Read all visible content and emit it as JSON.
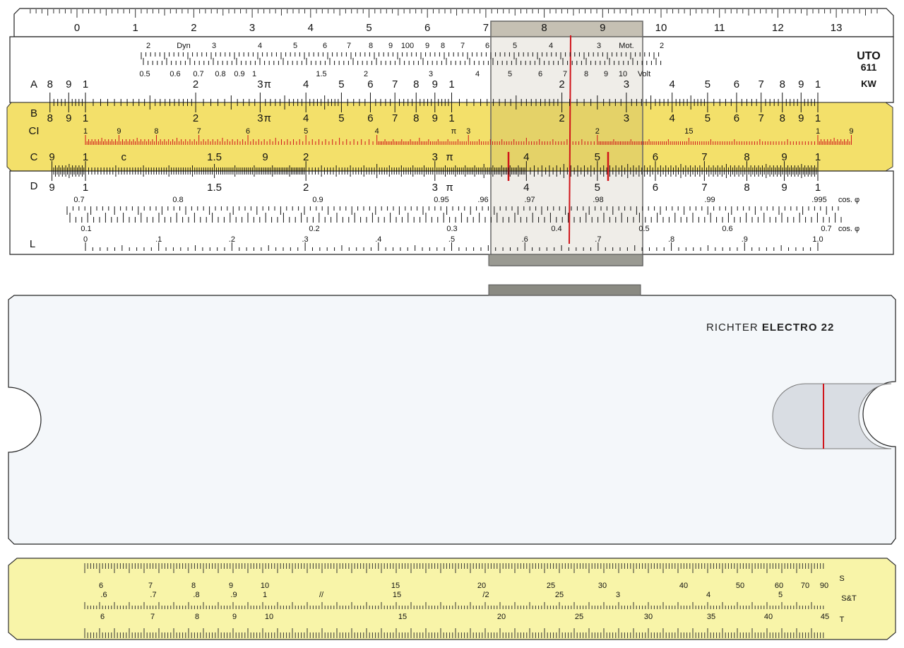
{
  "ruler_cm": {
    "labels": [
      "0",
      "1",
      "2",
      "3",
      "4",
      "5",
      "6",
      "7",
      "8",
      "9",
      "10",
      "11",
      "12",
      "13"
    ]
  },
  "brand": {
    "logo": "UTO",
    "model": "611",
    "unit": "KW",
    "back_maker": "RICHTER",
    "back_model": "ELECTRO 22"
  },
  "scales": {
    "dyn": {
      "name": "Dyn",
      "marks": [
        "2",
        "3",
        "4",
        "5",
        "6",
        "7",
        "8",
        "9",
        "100",
        "9",
        "8",
        "7",
        "6",
        "5",
        "4",
        "3",
        "2"
      ],
      "mot": "Mot."
    },
    "volt": {
      "name": "Volt",
      "marks": [
        "0.5",
        "0.6",
        "0.7",
        "0.8",
        "0.9",
        "1",
        "1.5",
        "2",
        "3",
        "4",
        "5",
        "6",
        "7",
        "8",
        "9",
        "10"
      ]
    },
    "A": {
      "name": "A",
      "labels": [
        {
          "t": "8",
          "v": 0.8
        },
        {
          "t": "9",
          "v": 0.9
        },
        {
          "t": "1",
          "v": 1
        },
        {
          "t": "2",
          "v": 2
        },
        {
          "t": "3",
          "v": 3
        },
        {
          "t": "π",
          "v": 3.1416
        },
        {
          "t": "4",
          "v": 4
        },
        {
          "t": "5",
          "v": 5
        },
        {
          "t": "6",
          "v": 6
        },
        {
          "t": "7",
          "v": 7
        },
        {
          "t": "8",
          "v": 8
        },
        {
          "t": "9",
          "v": 9
        },
        {
          "t": "1",
          "v": 10
        },
        {
          "t": "2",
          "v": 20
        },
        {
          "t": "3",
          "v": 30
        },
        {
          "t": "4",
          "v": 40
        },
        {
          "t": "5",
          "v": 50
        },
        {
          "t": "6",
          "v": 60
        },
        {
          "t": "7",
          "v": 70
        },
        {
          "t": "8",
          "v": 80
        },
        {
          "t": "9",
          "v": 90
        },
        {
          "t": "1",
          "v": 100
        }
      ]
    },
    "B": {
      "name": "B",
      "labels": [
        {
          "t": "8",
          "v": 0.8
        },
        {
          "t": "9",
          "v": 0.9
        },
        {
          "t": "1",
          "v": 1
        },
        {
          "t": "2",
          "v": 2
        },
        {
          "t": "3",
          "v": 3
        },
        {
          "t": "π",
          "v": 3.1416
        },
        {
          "t": "4",
          "v": 4
        },
        {
          "t": "5",
          "v": 5
        },
        {
          "t": "6",
          "v": 6
        },
        {
          "t": "7",
          "v": 7
        },
        {
          "t": "8",
          "v": 8
        },
        {
          "t": "9",
          "v": 9
        },
        {
          "t": "1",
          "v": 10
        },
        {
          "t": "2",
          "v": 20
        },
        {
          "t": "3",
          "v": 30
        },
        {
          "t": "4",
          "v": 40
        },
        {
          "t": "5",
          "v": 50
        },
        {
          "t": "6",
          "v": 60
        },
        {
          "t": "7",
          "v": 70
        },
        {
          "t": "8",
          "v": 80
        },
        {
          "t": "9",
          "v": 90
        },
        {
          "t": "1",
          "v": 100
        }
      ]
    },
    "CI": {
      "name": "CI",
      "labels": [
        {
          "t": "1",
          "v": 10
        },
        {
          "t": "9",
          "v": 9
        },
        {
          "t": "8",
          "v": 8
        },
        {
          "t": "7",
          "v": 7
        },
        {
          "t": "6",
          "v": 6
        },
        {
          "t": "5",
          "v": 5
        },
        {
          "t": "4",
          "v": 4
        },
        {
          "t": "π",
          "v": 3.1416
        },
        {
          "t": "3",
          "v": 3
        },
        {
          "t": "2",
          "v": 2
        },
        {
          "t": "15",
          "v": 1.5
        },
        {
          "t": "1",
          "v": 1
        },
        {
          "t": "9",
          "v": 0.9
        }
      ]
    },
    "C": {
      "name": "C",
      "labels": [
        {
          "t": "9",
          "v": 0.9
        },
        {
          "t": "1",
          "v": 1
        },
        {
          "t": "c",
          "v": 1.128
        },
        {
          "t": "1.5",
          "v": 1.5
        },
        {
          "t": "9",
          "v": 1.76
        },
        {
          "t": "2",
          "v": 2
        },
        {
          "t": "3",
          "v": 3
        },
        {
          "t": "π",
          "v": 3.1416
        },
        {
          "t": "4",
          "v": 4
        },
        {
          "t": "5",
          "v": 5
        },
        {
          "t": "6",
          "v": 6
        },
        {
          "t": "7",
          "v": 7
        },
        {
          "t": "8",
          "v": 8
        },
        {
          "t": "9",
          "v": 9
        },
        {
          "t": "1",
          "v": 10
        }
      ]
    },
    "D": {
      "name": "D",
      "labels": [
        {
          "t": "9",
          "v": 0.9
        },
        {
          "t": "1",
          "v": 1
        },
        {
          "t": "1.5",
          "v": 1.5
        },
        {
          "t": "2",
          "v": 2
        },
        {
          "t": "3",
          "v": 3
        },
        {
          "t": "π",
          "v": 3.1416
        },
        {
          "t": "4",
          "v": 4
        },
        {
          "t": "5",
          "v": 5
        },
        {
          "t": "6",
          "v": 6
        },
        {
          "t": "7",
          "v": 7
        },
        {
          "t": "8",
          "v": 8
        },
        {
          "t": "9",
          "v": 9
        },
        {
          "t": "1",
          "v": 10
        }
      ]
    },
    "cos1": {
      "name": "cos. φ",
      "marks": [
        "0.7",
        "0.8",
        "0.9",
        "0.95",
        ".96",
        ".97",
        ".98",
        ".99",
        ".995"
      ]
    },
    "cos2": {
      "name": "cos. φ",
      "marks": [
        "0.1",
        "0.2",
        "0.3",
        "0.4",
        "0.5",
        "0.6",
        "0.7"
      ]
    },
    "L": {
      "name": "L",
      "marks": [
        "0",
        ".1",
        ".2",
        ".3",
        ".4",
        ".5",
        ".6",
        ".7",
        ".8",
        ".9",
        "1.0"
      ]
    },
    "S": {
      "name": "S",
      "marks": [
        "6",
        "7",
        "8",
        "9",
        "10",
        "15",
        "20",
        "25",
        "30",
        "40",
        "50",
        "60",
        "70",
        "90"
      ]
    },
    "ST": {
      "name": "S&T",
      "marks": [
        ".6",
        ".7",
        ".8",
        ".9",
        "1",
        "//",
        "15",
        "/2",
        "25",
        "3",
        "4",
        "5"
      ]
    },
    "T": {
      "name": "T",
      "marks": [
        "6",
        "7",
        "8",
        "9",
        "10",
        "15",
        "20",
        "25",
        "30",
        "35",
        "40",
        "45"
      ]
    }
  },
  "colors": {
    "slide": "#f3e06a",
    "slide_dark": "#d8bb4c",
    "back": "#f4f7fa",
    "bottom_slide": "#f8f4a8",
    "red": "#d0141a"
  }
}
